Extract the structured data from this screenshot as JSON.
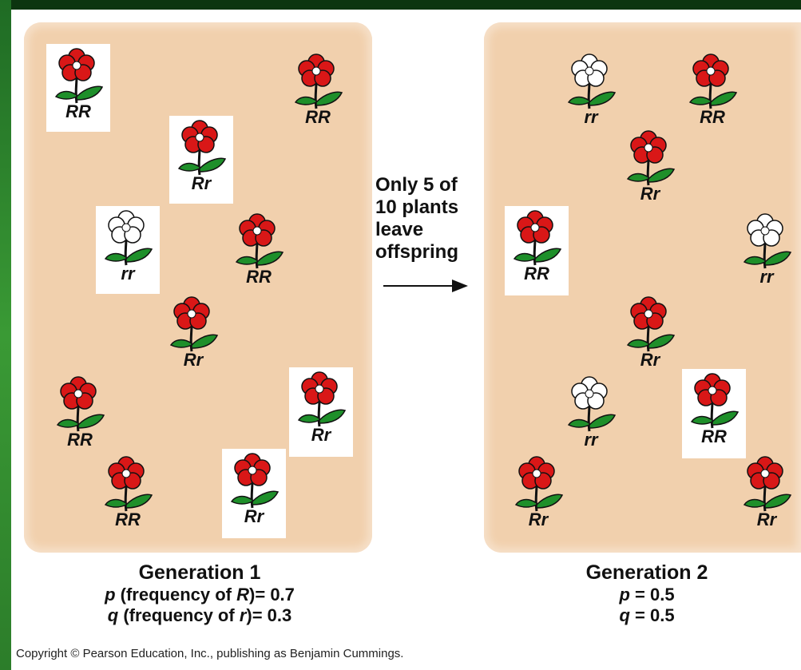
{
  "colors": {
    "background_green": "#1f6b24",
    "panel_tan": "#f1d0ad",
    "red_flower": "#d91717",
    "white_flower": "#ffffff",
    "leaf_green": "#1e8f2a"
  },
  "arrow_label": "Only 5 of\n10 plants\nleave\noffspring",
  "generation1": {
    "title": "Generation 1",
    "p_symbol": "p",
    "p_text": "(frequency of",
    "p_allele": "R",
    "p_value": ")= 0.7",
    "q_symbol": "q",
    "q_text": "(frequency of",
    "q_allele": "r",
    "q_value": ")= 0.3",
    "plants": [
      {
        "genotype": "RR",
        "flower": "red-flower-icon",
        "boxed": true
      },
      {
        "genotype": "RR",
        "flower": "red-flower-icon",
        "boxed": false
      },
      {
        "genotype": "Rr",
        "flower": "red-flower-icon",
        "boxed": true
      },
      {
        "genotype": "rr",
        "flower": "white-flower-icon",
        "boxed": true
      },
      {
        "genotype": "RR",
        "flower": "red-flower-icon",
        "boxed": false
      },
      {
        "genotype": "Rr",
        "flower": "red-flower-icon",
        "boxed": false
      },
      {
        "genotype": "RR",
        "flower": "red-flower-icon",
        "boxed": false
      },
      {
        "genotype": "Rr",
        "flower": "red-flower-icon",
        "boxed": true
      },
      {
        "genotype": "RR",
        "flower": "red-flower-icon",
        "boxed": false
      },
      {
        "genotype": "Rr",
        "flower": "red-flower-icon",
        "boxed": true
      }
    ]
  },
  "generation2": {
    "title": "Generation 2",
    "p_symbol": "p",
    "p_value": "= 0.5",
    "q_symbol": "q",
    "q_value": "= 0.5",
    "plants": [
      {
        "genotype": "rr",
        "flower": "white-flower-icon",
        "boxed": false
      },
      {
        "genotype": "RR",
        "flower": "red-flower-icon",
        "boxed": false
      },
      {
        "genotype": "Rr",
        "flower": "red-flower-icon",
        "boxed": false
      },
      {
        "genotype": "RR",
        "flower": "red-flower-icon",
        "boxed": true
      },
      {
        "genotype": "rr",
        "flower": "white-flower-icon",
        "boxed": false
      },
      {
        "genotype": "Rr",
        "flower": "red-flower-icon",
        "boxed": false
      },
      {
        "genotype": "rr",
        "flower": "white-flower-icon",
        "boxed": false
      },
      {
        "genotype": "RR",
        "flower": "red-flower-icon",
        "boxed": true
      },
      {
        "genotype": "Rr",
        "flower": "red-flower-icon",
        "boxed": false
      },
      {
        "genotype": "Rr",
        "flower": "red-flower-icon",
        "boxed": false
      }
    ]
  },
  "copyright": "Copyright © Pearson Education, Inc., publishing as Benjamin Cummings."
}
